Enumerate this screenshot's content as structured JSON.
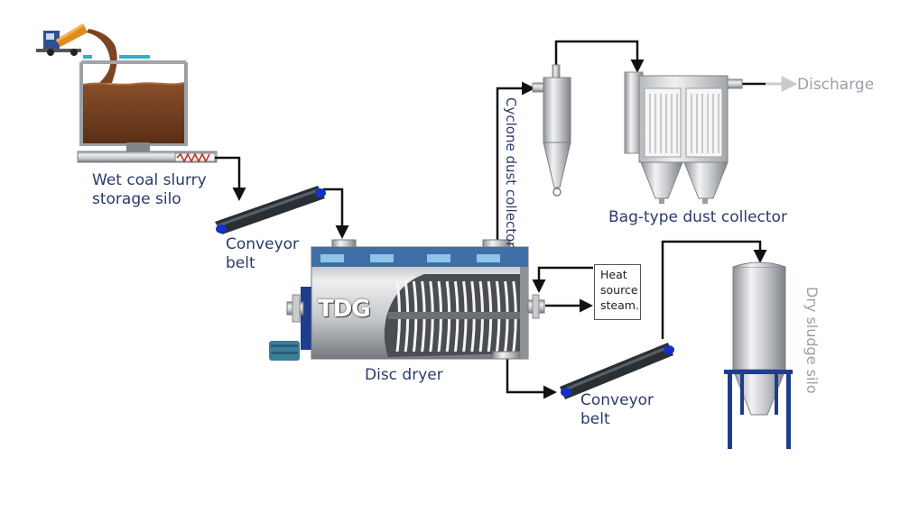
{
  "labels": {
    "wet_silo_line1": "Wet coal slurry",
    "wet_silo_line2": "storage silo",
    "conveyor1_line1": "Conveyor",
    "conveyor1_line2": "belt",
    "conveyor2_line1": "Conveyor",
    "conveyor2_line2": "belt",
    "disc_dryer": "Disc dryer",
    "cyclone_line1": "Cyclone",
    "cyclone_line2": "dust collector",
    "bag_collector": "Bag-type dust collector",
    "discharge": "Discharge",
    "heat_line1": "Heat",
    "heat_line2": "source",
    "heat_line3": "steam.",
    "dry_silo": "Dry sludge silo",
    "dryer_logo": "TDG"
  },
  "colors": {
    "label_text": "#2b3a6b",
    "gray_label": "#9a9fa8",
    "flow_line": "#111111",
    "frame_blue": "#1f3d8f",
    "sludge_brown": "#6b3a1c",
    "belt_dark": "#2a2f33",
    "belt_roller": "#1530c8"
  }
}
